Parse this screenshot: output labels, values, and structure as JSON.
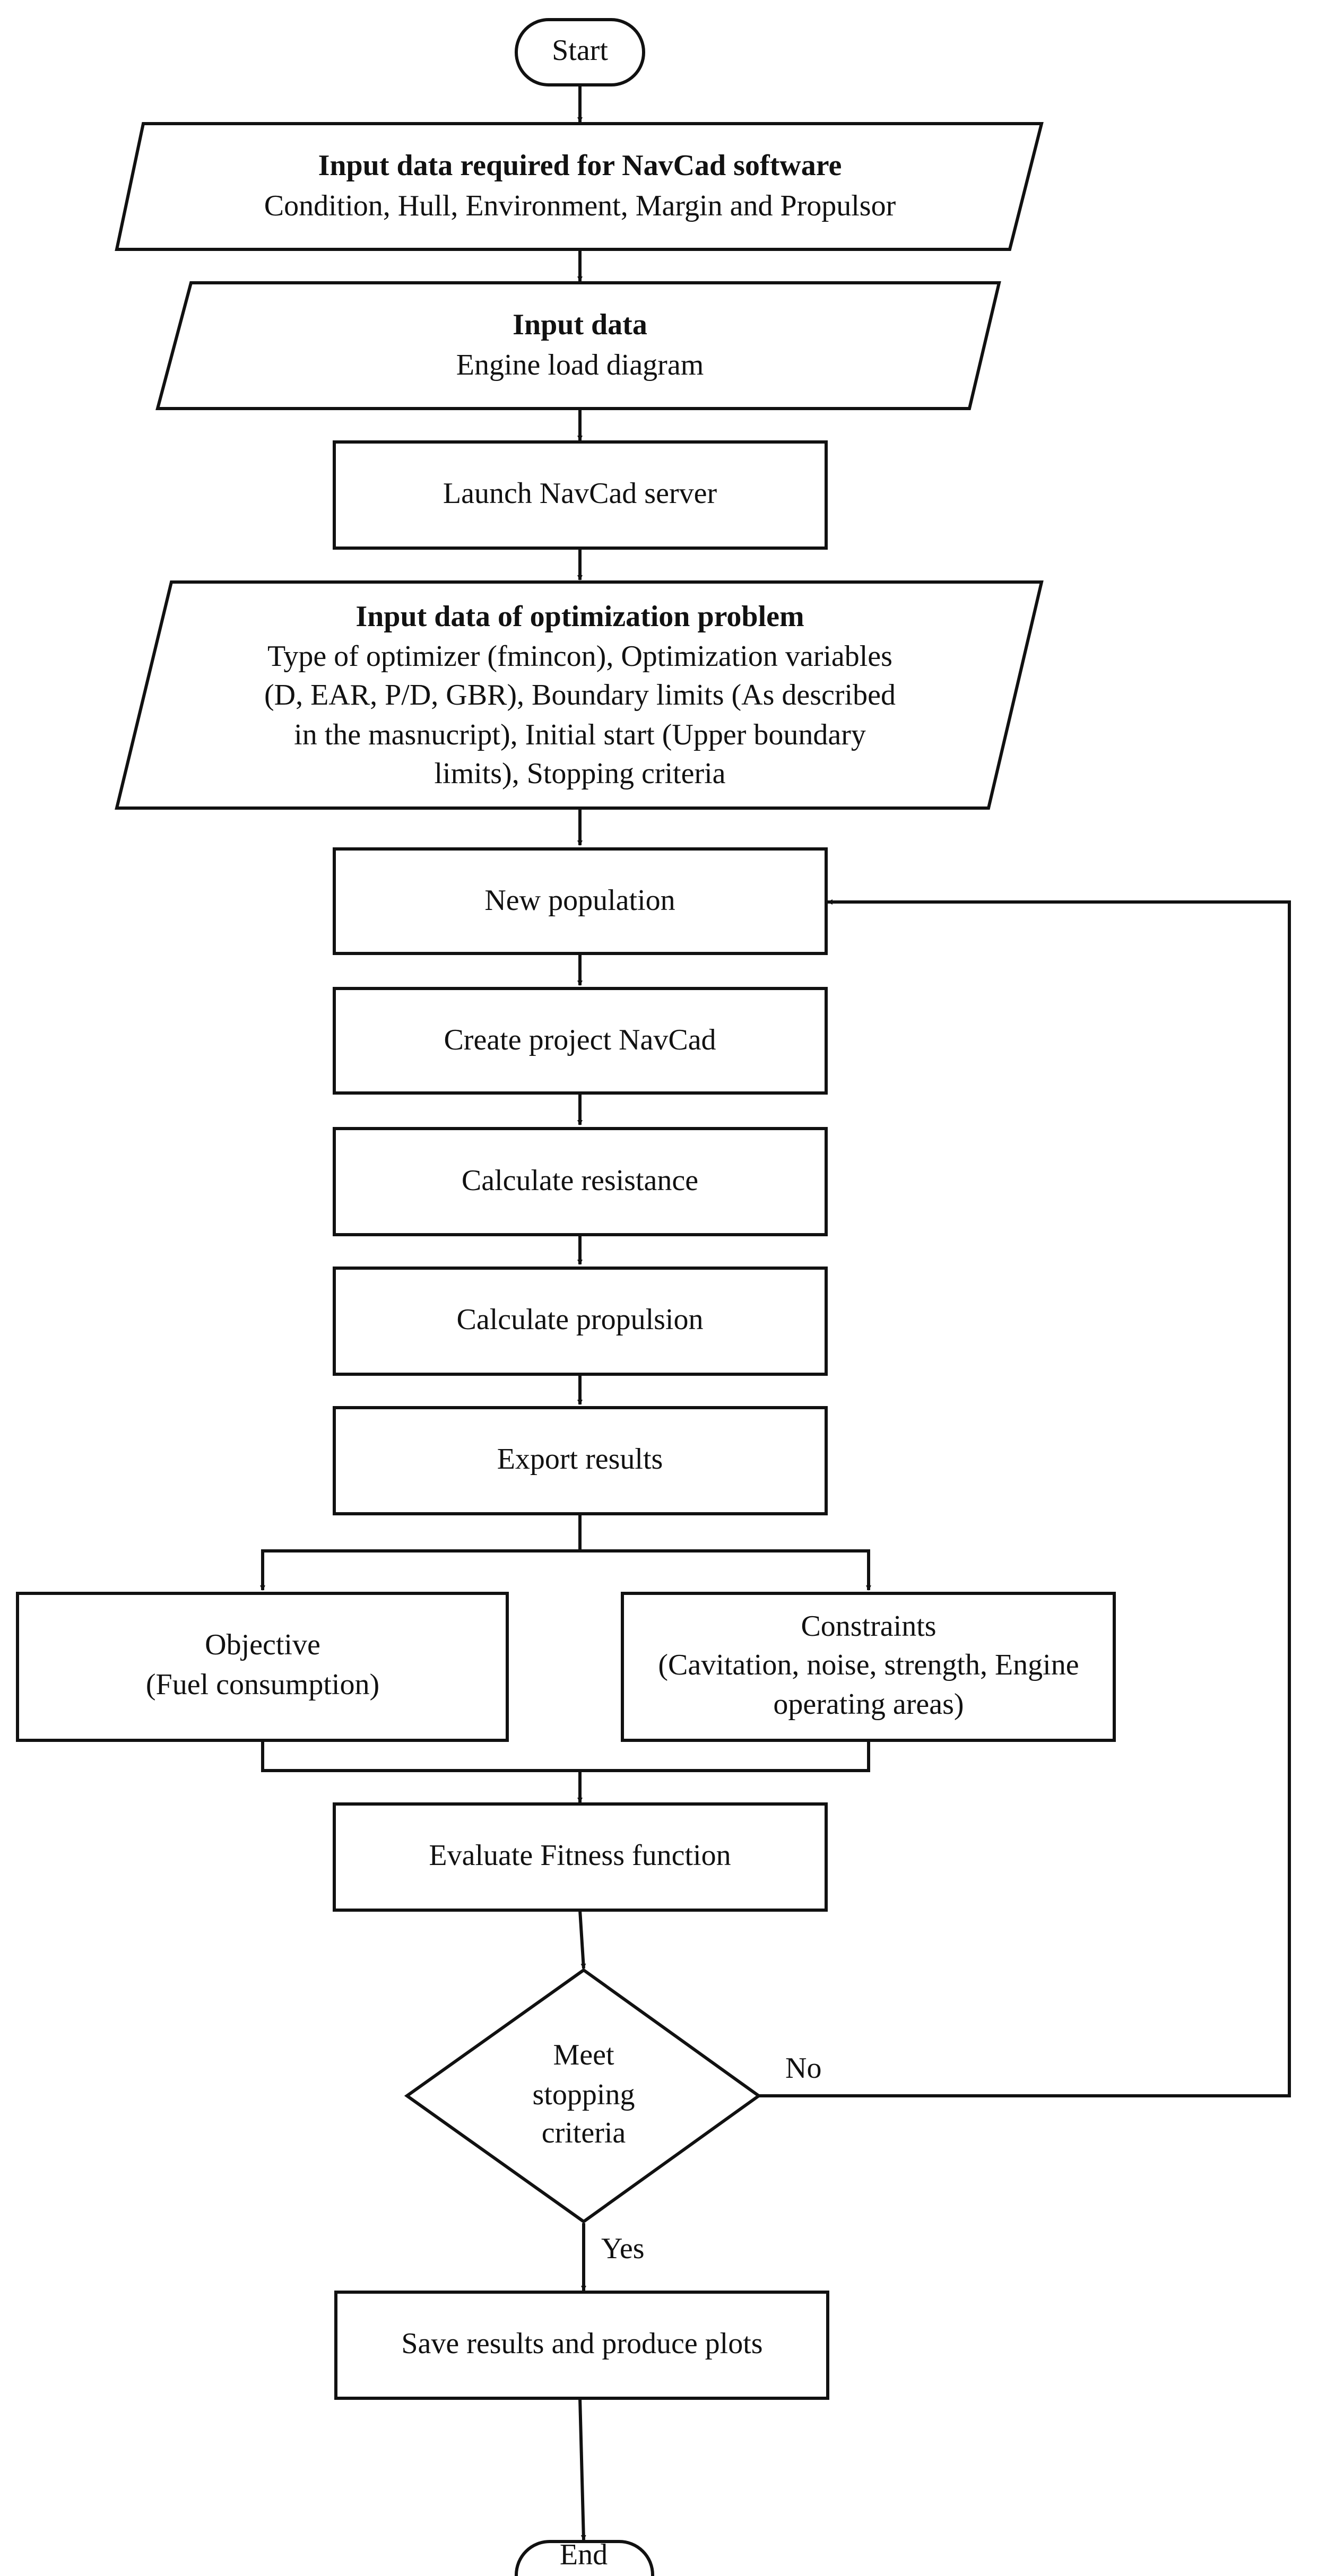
{
  "nodes": {
    "start": "Start",
    "input_navcad_title": "Input data required for NavCad software",
    "input_navcad_detail": "Condition, Hull, Environment, Margin and Propulsor",
    "input_engine_title": "Input data",
    "input_engine_detail": "Engine load diagram",
    "launch_server": "Launch NavCad server",
    "opt_title": "Input data of optimization problem",
    "opt_lines": [
      "Type of optimizer (fmincon), Optimization variables",
      "(D, EAR, P/D, GBR), Boundary limits (As described",
      "in the masnucript), Initial start (Upper boundary",
      "limits), Stopping criteria"
    ],
    "new_population": "New population",
    "create_project": "Create project NavCad",
    "calc_resistance": "Calculate resistance",
    "calc_propulsion": "Calculate propulsion",
    "export_results": "Export results",
    "objective_lines": [
      "Objective",
      "(Fuel consumption)"
    ],
    "constraints_lines": [
      "Constraints",
      "(Cavitation, noise, strength, Engine",
      "operating areas)"
    ],
    "evaluate_fitness": "Evaluate Fitness function",
    "decision_lines": [
      "Meet",
      "stopping",
      "criteria"
    ],
    "save_results": "Save results and produce plots",
    "end": "End"
  },
  "edge_labels": {
    "no": "No",
    "yes": "Yes"
  },
  "colors": {
    "stroke": "#111111",
    "fill": "#ffffff",
    "text": "#111111"
  }
}
